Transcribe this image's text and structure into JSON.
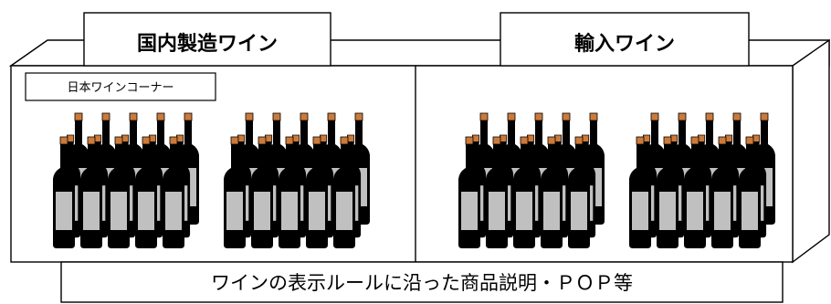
{
  "title_domestic": "国内製造ワイン",
  "title_imported": "輸入ワイン",
  "corner_label": "日本ワインコーナー",
  "pop_caption": "ワインの表示ルールに沿った商品説明・ＰＯＰ等",
  "colors": {
    "bottle_body": "#000000",
    "bottle_label": "#c0c0c0",
    "bottle_cap": "#cc7a3a",
    "outline": "#000000",
    "background": "#ffffff"
  },
  "groups": [
    {
      "id": "domestic-group-1"
    },
    {
      "id": "domestic-group-2"
    },
    {
      "id": "imported-group-1"
    },
    {
      "id": "imported-group-2"
    }
  ]
}
